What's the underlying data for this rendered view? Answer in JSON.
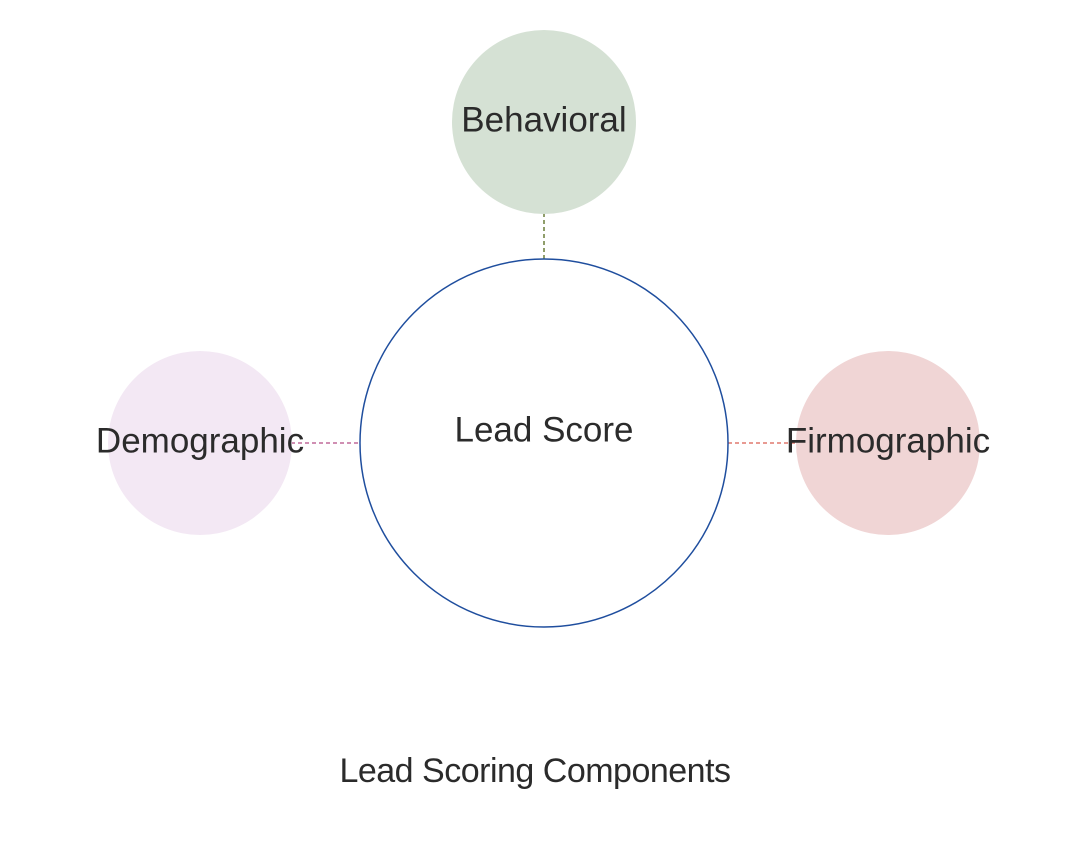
{
  "diagram": {
    "center": {
      "label": "Lead Score",
      "stroke_color": "#1f4e9e",
      "fill_color": "#ffffff"
    },
    "satellites": [
      {
        "id": "behavioral",
        "label": "Behavioral",
        "fill_color": "#d5e1d4",
        "connector_color": "#6b7f3a"
      },
      {
        "id": "demographic",
        "label": "Demographic",
        "fill_color": "#f3e8f4",
        "connector_color": "#c06a9a"
      },
      {
        "id": "firmographic",
        "label": "Firmographic",
        "fill_color": "#f0d5d5",
        "connector_color": "#e0786e"
      }
    ]
  },
  "caption": "Lead Scoring Components"
}
